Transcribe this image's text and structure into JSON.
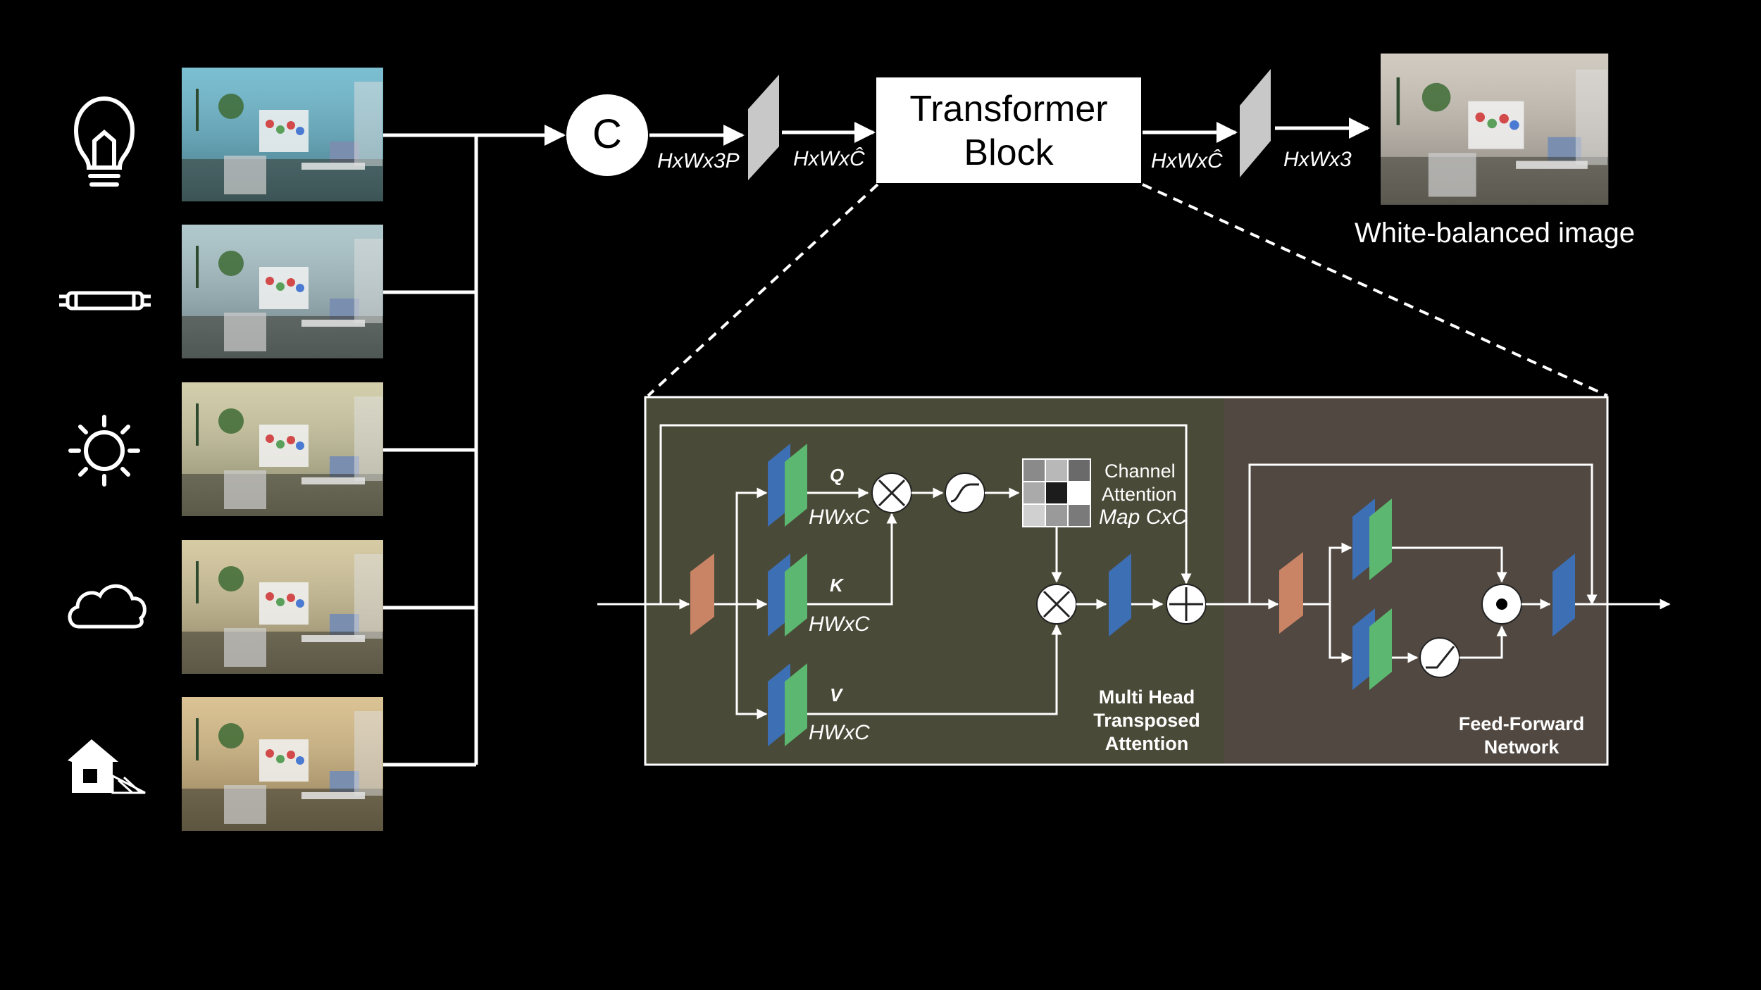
{
  "concat_label": "C",
  "transformer_block": {
    "line1": "Transformer",
    "line2": "Block"
  },
  "dims": {
    "after_concat": "HxWx3P",
    "before_block": "HxWxĈ",
    "after_block": "HxWxĈ",
    "output": "HxWx3"
  },
  "output_caption": "White-balanced image",
  "mhta": {
    "title_line1": "Multi Head",
    "title_line2": "Transposed",
    "title_line3": "Attention",
    "q": "Q",
    "k": "K",
    "v": "V",
    "q_dim": "HWxC",
    "k_dim": "HWxC",
    "v_dim": "HWxC",
    "attn_line1": "Channel",
    "attn_line2": "Attention",
    "attn_line3": "Map CxC"
  },
  "ffn": {
    "title_line1": "Feed-Forward",
    "title_line2": "Network"
  },
  "input_icons": [
    "lightbulb-icon",
    "fluorescent-tube-icon",
    "sun-icon",
    "cloud-icon",
    "shade-house-icon"
  ],
  "colors": {
    "mhta_bg": "#4a4a38",
    "ffn_bg": "#514841",
    "orange_block": "#c98466",
    "blue_block": "#3d6fb5",
    "green_block": "#5cb870"
  }
}
